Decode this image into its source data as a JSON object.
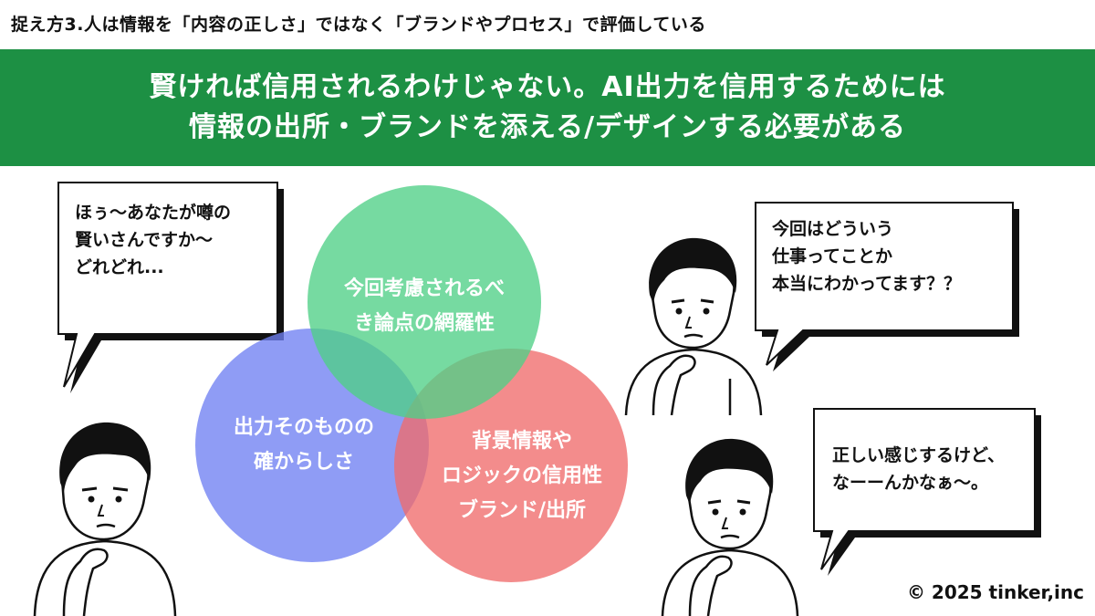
{
  "header": {
    "caption": "捉え方3.人は情報を「内容の正しさ」ではなく「ブランドやプロセス」で評価している"
  },
  "banner": {
    "line1": "賢ければ信用されるわけじゃない。AI出力を信用するためには",
    "line2": "情報の出所・ブランドを添える/デザインする必要がある"
  },
  "venn": {
    "top": {
      "line1": "今回考慮されるべ",
      "line2": "き論点の網羅性",
      "color": "#4fcf86"
    },
    "left": {
      "line1": "出力そのものの",
      "line2": "確からしさ",
      "color": "#7080f2"
    },
    "right": {
      "line1": "背景情報や",
      "line2": "ロジックの信用性",
      "line3": "ブランド/出所",
      "color": "#f06b6b"
    }
  },
  "bubbles": {
    "left": {
      "line1": "ほぅ〜あなたが噂の",
      "line2": "賢いさんですか〜",
      "line3": "どれどれ..."
    },
    "top_right": {
      "line1": "今回はどういう",
      "line2": "仕事ってことか",
      "line3": "本当にわかってます？？"
    },
    "bottom_right": {
      "line1": "正しい感じするけど、",
      "line2": "なーーんかなぁ〜。"
    }
  },
  "footer": {
    "copyright": "© 2025 tinker,inc"
  }
}
